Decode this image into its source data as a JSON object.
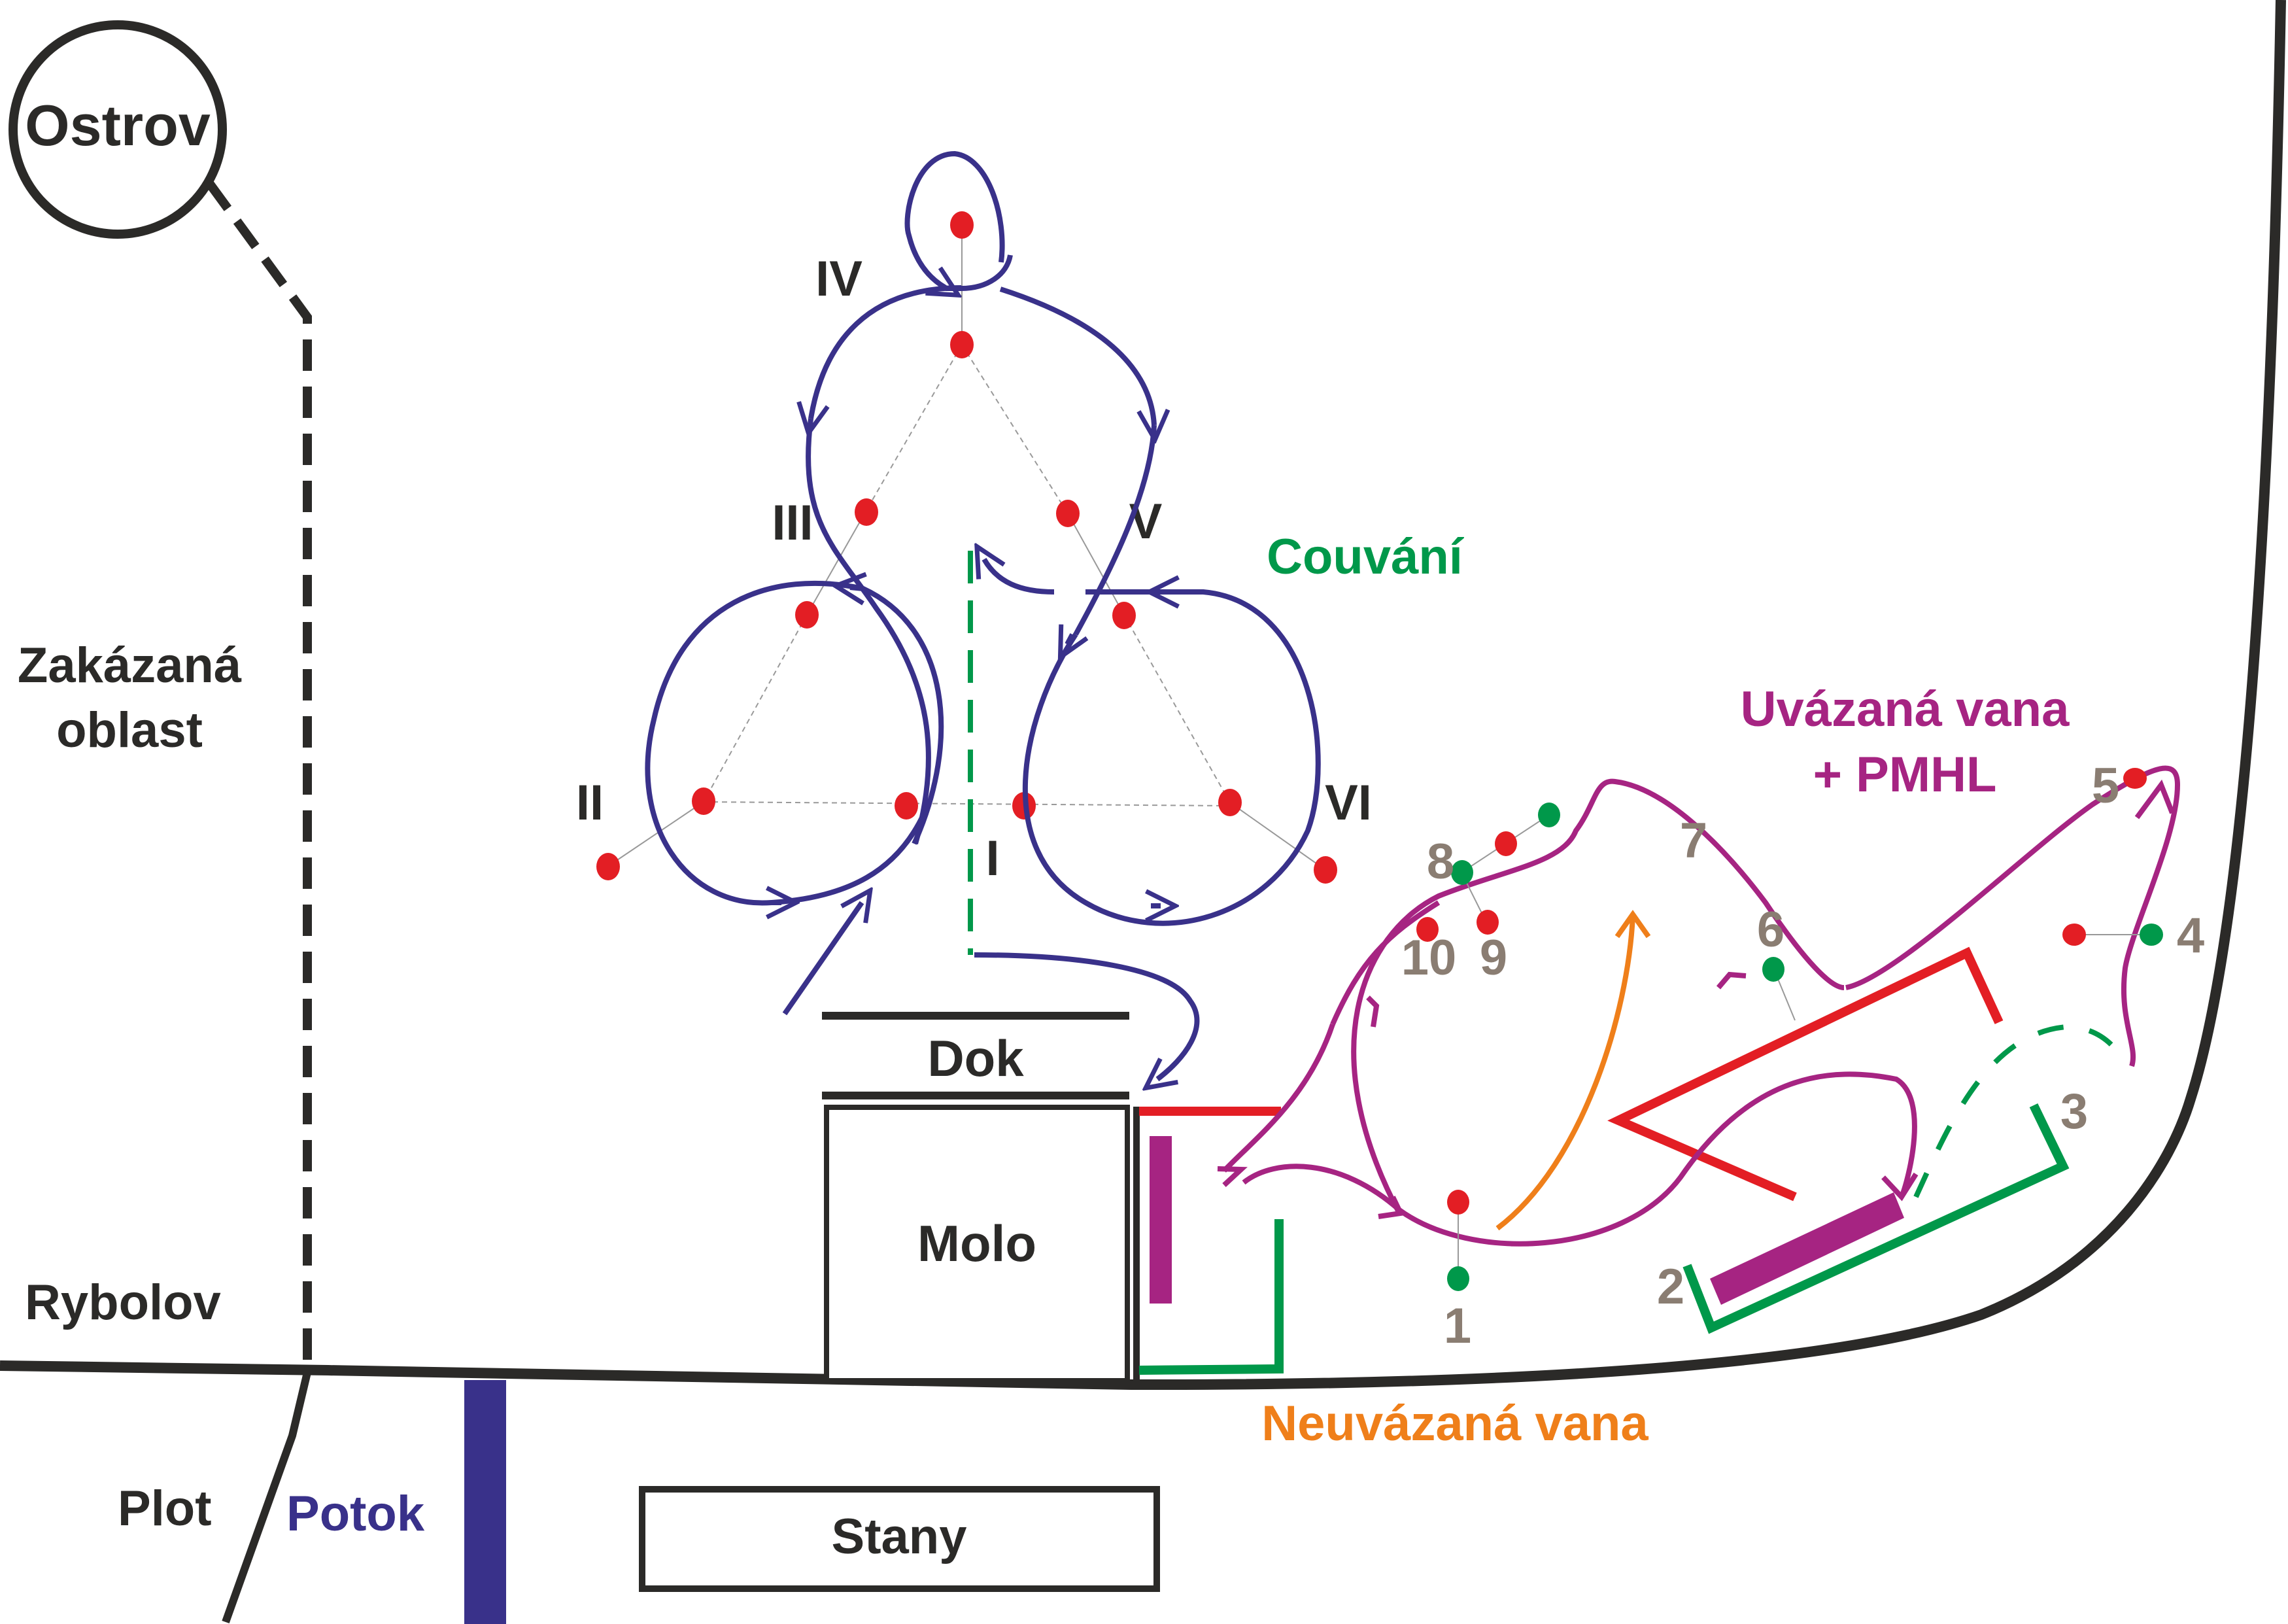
{
  "colors": {
    "ink": "#2b2a28",
    "navy": "#39318a",
    "red": "#e31e24",
    "green": "#00984a",
    "magenta": "#a62482",
    "orange": "#ef7f1a",
    "gray_number": "#8a7d72"
  },
  "labels": {
    "ostrov": "Ostrov",
    "zakazana_line1": "Zakázaná",
    "zakazana_line2": "oblast",
    "rybolov": "Rybolov",
    "plot": "Plot",
    "potok": "Potok",
    "stany": "Stany",
    "dok": "Dok",
    "molo": "Molo",
    "couvani": "Couvání",
    "uvazana_line1": "Uvázaná vana",
    "uvazana_line2": "+ PMHL",
    "neuvazana": "Neuvázaná vana"
  },
  "figure_stations": [
    "I",
    "II",
    "III",
    "IV",
    "V",
    "VI"
  ],
  "course_points": [
    "1",
    "2",
    "3",
    "4",
    "5",
    "6",
    "7",
    "8",
    "9",
    "10"
  ]
}
